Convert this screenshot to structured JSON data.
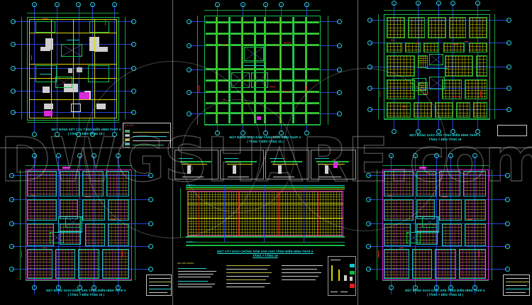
{
  "document": {
    "type": "cad-drawing-sheet-collage",
    "background_color": "#000000",
    "panel_count": 6,
    "layout": "3 columns x 2 rows"
  },
  "watermark": {
    "text": "DWGSHARE.com",
    "color": "#d7d7d7"
  },
  "panels": [
    {
      "id": "panel-structure-plan",
      "position": "top-left",
      "caption_line1": "MẶT BẰNG KẾT CẤU TẦNG ĐIỂN HÌNH THÁP A",
      "caption_line2": "( TẦNG 7 ĐẾN TẦNG 19 )",
      "grid_labels_top": [
        "1",
        "2",
        "3",
        "4",
        "5"
      ],
      "grid_labels_left": [
        "A",
        "B",
        "C",
        "D",
        "E"
      ],
      "legend_title": "GHI CHÚ"
    },
    {
      "id": "panel-beam-formwork-plan",
      "position": "top-center",
      "caption_line1": "MẶT BẰNG GIÁO DẦM TẦNG ĐIỂN HÌNH THÁP A",
      "caption_line2": "( TẦNG 7 ĐẾN TẦNG 19 )",
      "grid_labels_top": [
        "1",
        "2",
        "3",
        "4",
        "5"
      ],
      "grid_labels_left": [
        "A",
        "B",
        "C",
        "D",
        "E"
      ]
    },
    {
      "id": "panel-slab-formwork-plan",
      "position": "top-right",
      "caption_line1": "MẶT BẰNG GIÁO SÀN TẦNG ĐIỂN HÌNH THÁP A",
      "caption_line2": "TẦNG 7 ĐẾN TẦNG 19",
      "grid_labels_top": [
        "1",
        "2",
        "3",
        "4",
        "5"
      ],
      "grid_labels_left": [
        "A",
        "B",
        "C",
        "D",
        "E"
      ]
    },
    {
      "id": "panel-beam-slab-formwork-left",
      "position": "bottom-left",
      "caption_line1": "MẶT BẰNG GIÁO DẦM, SÀN TẦNG ĐIỂN HÌNH THÁP A",
      "caption_line2": "( TẦNG 7 ĐẾN TẦNG 19 )",
      "grid_labels_top": [
        "1",
        "2",
        "3",
        "4",
        "5"
      ],
      "grid_labels_left": [
        "A",
        "B",
        "C",
        "D",
        "E"
      ]
    },
    {
      "id": "panel-shoring-section",
      "position": "bottom-center",
      "caption_line1": "MẶT CẮT GIÁO CHỐNG DẦM SÀN CHO TẦNG ĐIỂN HÌNH THÁP A",
      "caption_line2": "TẦNG 7 TẦNG 19",
      "detail_titles": [
        "CHI TIẾT LIÊN KẾT 1",
        "CHI TIẾT LIÊN KẾT 2",
        "CHI TIẾT LIÊN KẾT 3",
        "CHI TIẾT LIÊN KẾT 4"
      ],
      "notes_title": "GHI CHÚ CHUNG :",
      "level_label_top": "TẦNG 8",
      "level_label_bottom": "TẦNG 7"
    },
    {
      "id": "panel-beam-slab-formwork-right",
      "position": "bottom-right",
      "caption_line1": "MẶT BẰNG GIÁO DẦM, SÀN TẦNG ĐIỂN HÌNH THÁP A",
      "caption_line2": "( TẦNG 7 ĐẾN TẦNG 19 )",
      "grid_labels_top": [
        "1",
        "2",
        "3",
        "4",
        "5"
      ],
      "grid_labels_left": [
        "A",
        "B",
        "C",
        "D",
        "E"
      ]
    }
  ],
  "colors": {
    "grid_axis": "#2741d6",
    "bubble": "#2ad4d4",
    "beam_yellow": "#d6d600",
    "outline_green": "#17c04a",
    "wall_gray": "#cfcfcf",
    "magenta": "#d92ad9",
    "red": "#e02020",
    "caption_cyan": "#24e8e8"
  }
}
